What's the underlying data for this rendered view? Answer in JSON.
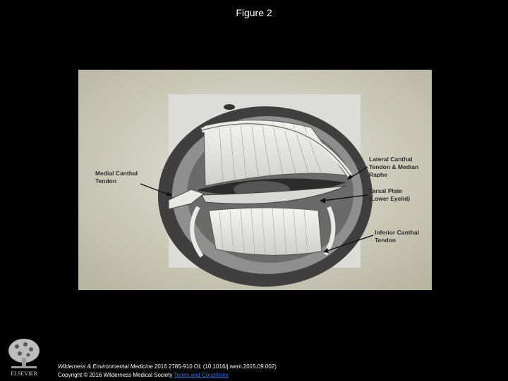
{
  "slide": {
    "title": "Figure 2"
  },
  "figure": {
    "labels": {
      "medial_canthal_tendon": [
        "Medial Canthal",
        "Tendon"
      ],
      "lateral_canthal_tendon": [
        "Lateral Canthal",
        "Tendon & Median",
        "Raphe"
      ],
      "tarsal_plate": [
        "Tarsal Plate",
        "(Lower Eyelid)"
      ],
      "inferior_canthal_tendon": [
        "Inferior Canthal",
        "Tendon"
      ]
    }
  },
  "footer": {
    "logo_text": "ELSEVIER",
    "journal": "Wilderness & Environmental Medicine",
    "citation_rest": " 2016 2785-910 OI: (10.1016/j.wem.2015.09.002)",
    "copyright": "Copyright © 2016 Wilderness Medical Society ",
    "terms_link": "Terms and Conditions"
  },
  "colors": {
    "background": "#000000",
    "panel": "#cbc8b4",
    "link": "#3a6fd8"
  }
}
